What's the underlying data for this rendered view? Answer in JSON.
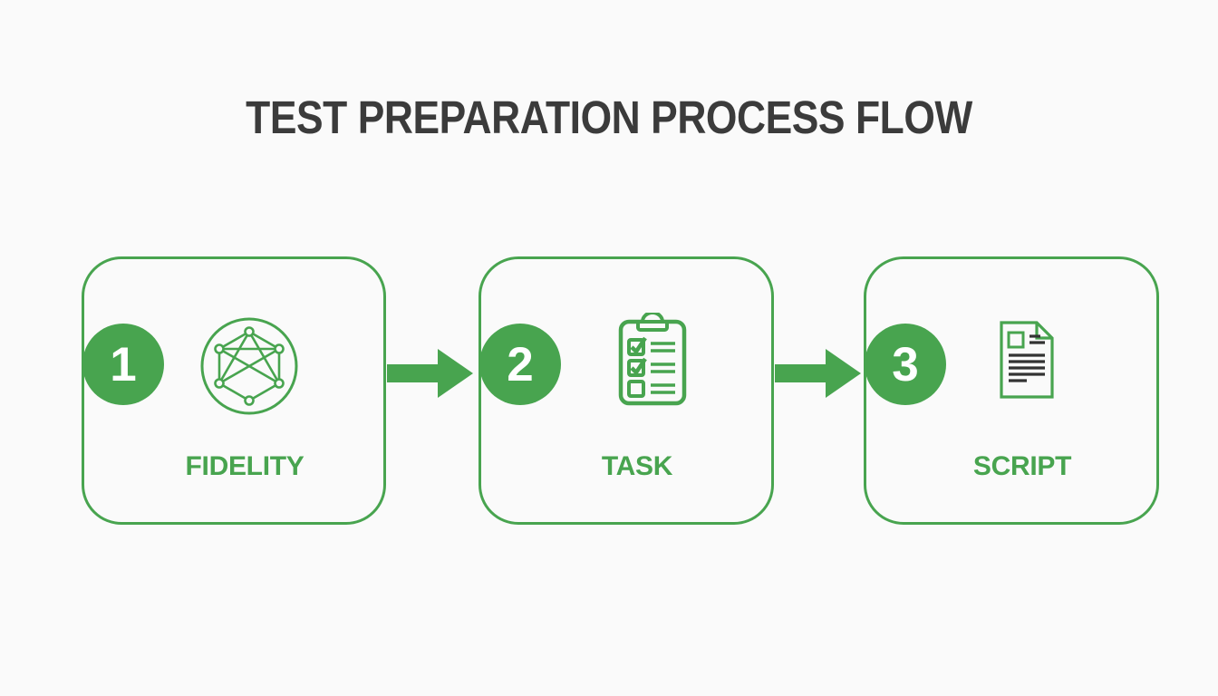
{
  "title": "TEST PREPARATION PROCESS FLOW",
  "colors": {
    "green": "#48A44F",
    "title_text": "#3B3B3B",
    "background": "#FAFAFA",
    "badge_text": "#FFFFFF",
    "ink": "#333333"
  },
  "steps": [
    {
      "number": "1",
      "label": "FIDELITY",
      "icon": "network-graph-icon"
    },
    {
      "number": "2",
      "label": "TASK",
      "icon": "clipboard-checklist-icon"
    },
    {
      "number": "3",
      "label": "SCRIPT",
      "icon": "document-icon"
    }
  ],
  "connectors": [
    {
      "type": "arrow-right"
    },
    {
      "type": "arrow-right"
    }
  ]
}
